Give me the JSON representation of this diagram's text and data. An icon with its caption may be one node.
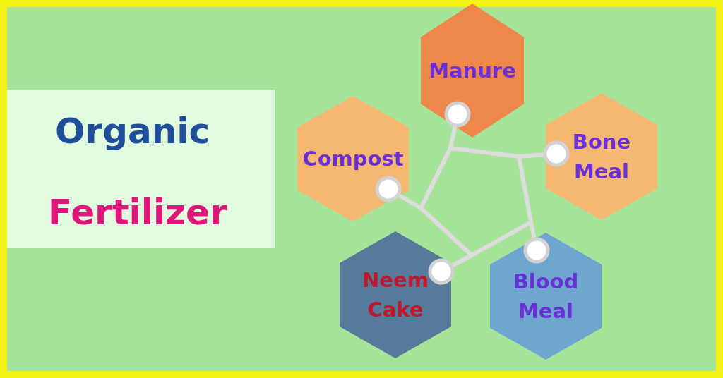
{
  "diagram": {
    "nodes": [
      {
        "text": [
          "Organic",
          "Fertilizer"
        ]
      },
      {
        "text": [
          "Manure"
        ]
      },
      {
        "text": [
          "Compost"
        ]
      },
      {
        "text": [
          "Bone Meal"
        ]
      },
      {
        "text": [
          "Neem Cake"
        ]
      },
      {
        "text": [
          "Blood Meal"
        ]
      },
      {
        "text": [],
        "shape": "pentagon"
      }
    ],
    "edges": [
      {
        "from": 6,
        "to": 1,
        "arrow": "other"
      },
      {
        "from": 6,
        "to": 3,
        "arrow": "other"
      },
      {
        "from": 6,
        "to": 5,
        "arrow": "other"
      },
      {
        "from": 6,
        "to": 4,
        "arrow": "other"
      },
      {
        "from": 6,
        "to": 2,
        "arrow": "other"
      }
    ]
  }
}
